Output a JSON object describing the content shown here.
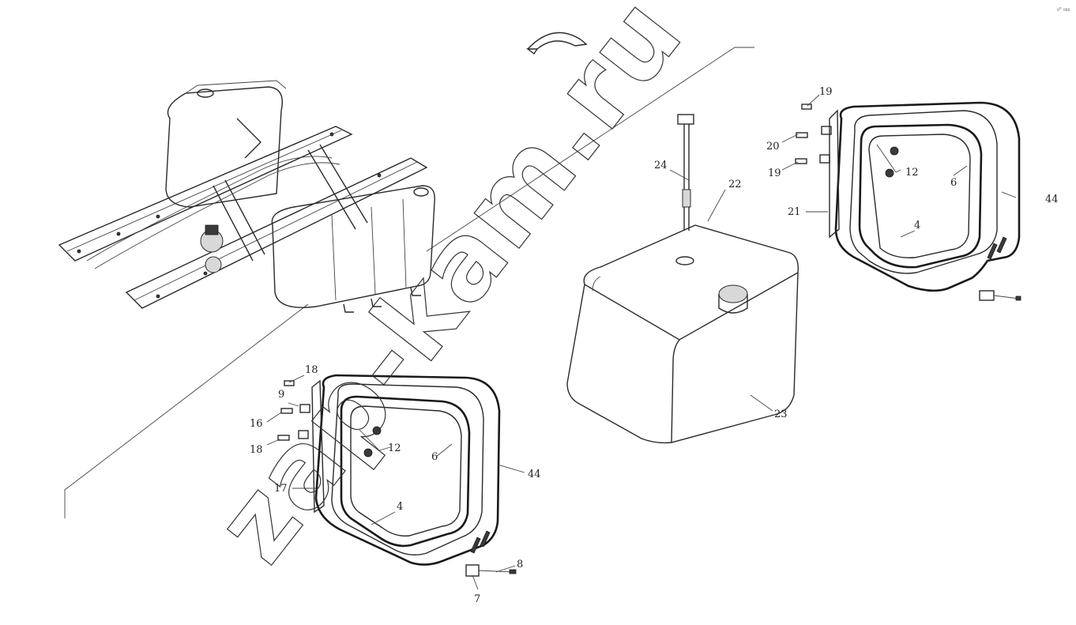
{
  "diagram": {
    "watermark": "zap-kam.ru",
    "corner_mark": "₀⁰ ₀₀₀",
    "callouts": [
      {
        "id": "c19a",
        "text": "19"
      },
      {
        "id": "c20",
        "text": "20"
      },
      {
        "id": "c19b",
        "text": "19"
      },
      {
        "id": "c12a",
        "text": "12"
      },
      {
        "id": "c6a",
        "text": "6"
      },
      {
        "id": "c44a",
        "text": "44"
      },
      {
        "id": "c21",
        "text": "21"
      },
      {
        "id": "c4a",
        "text": "4"
      },
      {
        "id": "c24",
        "text": "24"
      },
      {
        "id": "c22",
        "text": "22"
      },
      {
        "id": "c23",
        "text": "23"
      },
      {
        "id": "c18a",
        "text": "18"
      },
      {
        "id": "c9",
        "text": "9"
      },
      {
        "id": "c16",
        "text": "16"
      },
      {
        "id": "c18b",
        "text": "18"
      },
      {
        "id": "c12b",
        "text": "12"
      },
      {
        "id": "c6b",
        "text": "6"
      },
      {
        "id": "c44b",
        "text": "44"
      },
      {
        "id": "c17",
        "text": "17"
      },
      {
        "id": "c4b",
        "text": "4"
      },
      {
        "id": "c8",
        "text": "8"
      },
      {
        "id": "c7",
        "text": "7"
      }
    ]
  }
}
